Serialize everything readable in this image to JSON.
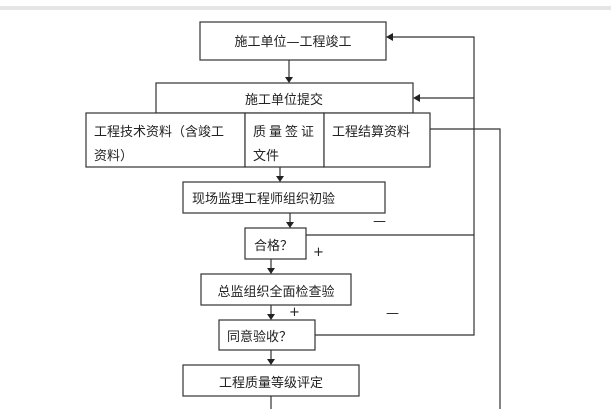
{
  "nodes": {
    "completion": "施工单位—工程竣工",
    "submit": "施工单位提交",
    "tech_docs_1": "工程技术资料（含竣工",
    "tech_docs_2": "资料）",
    "quality_docs_1": "质量签证",
    "quality_docs_2": "文件",
    "settlement_docs": "工程结算资料",
    "initial_check": "现场监理工程师组织初验",
    "qualified": "合格？",
    "full_inspection": "总监组织全面检查验",
    "accept": "同意验收？",
    "grading": "工程质量等级评定"
  },
  "marks": {
    "minus": "—",
    "plus": "+"
  }
}
